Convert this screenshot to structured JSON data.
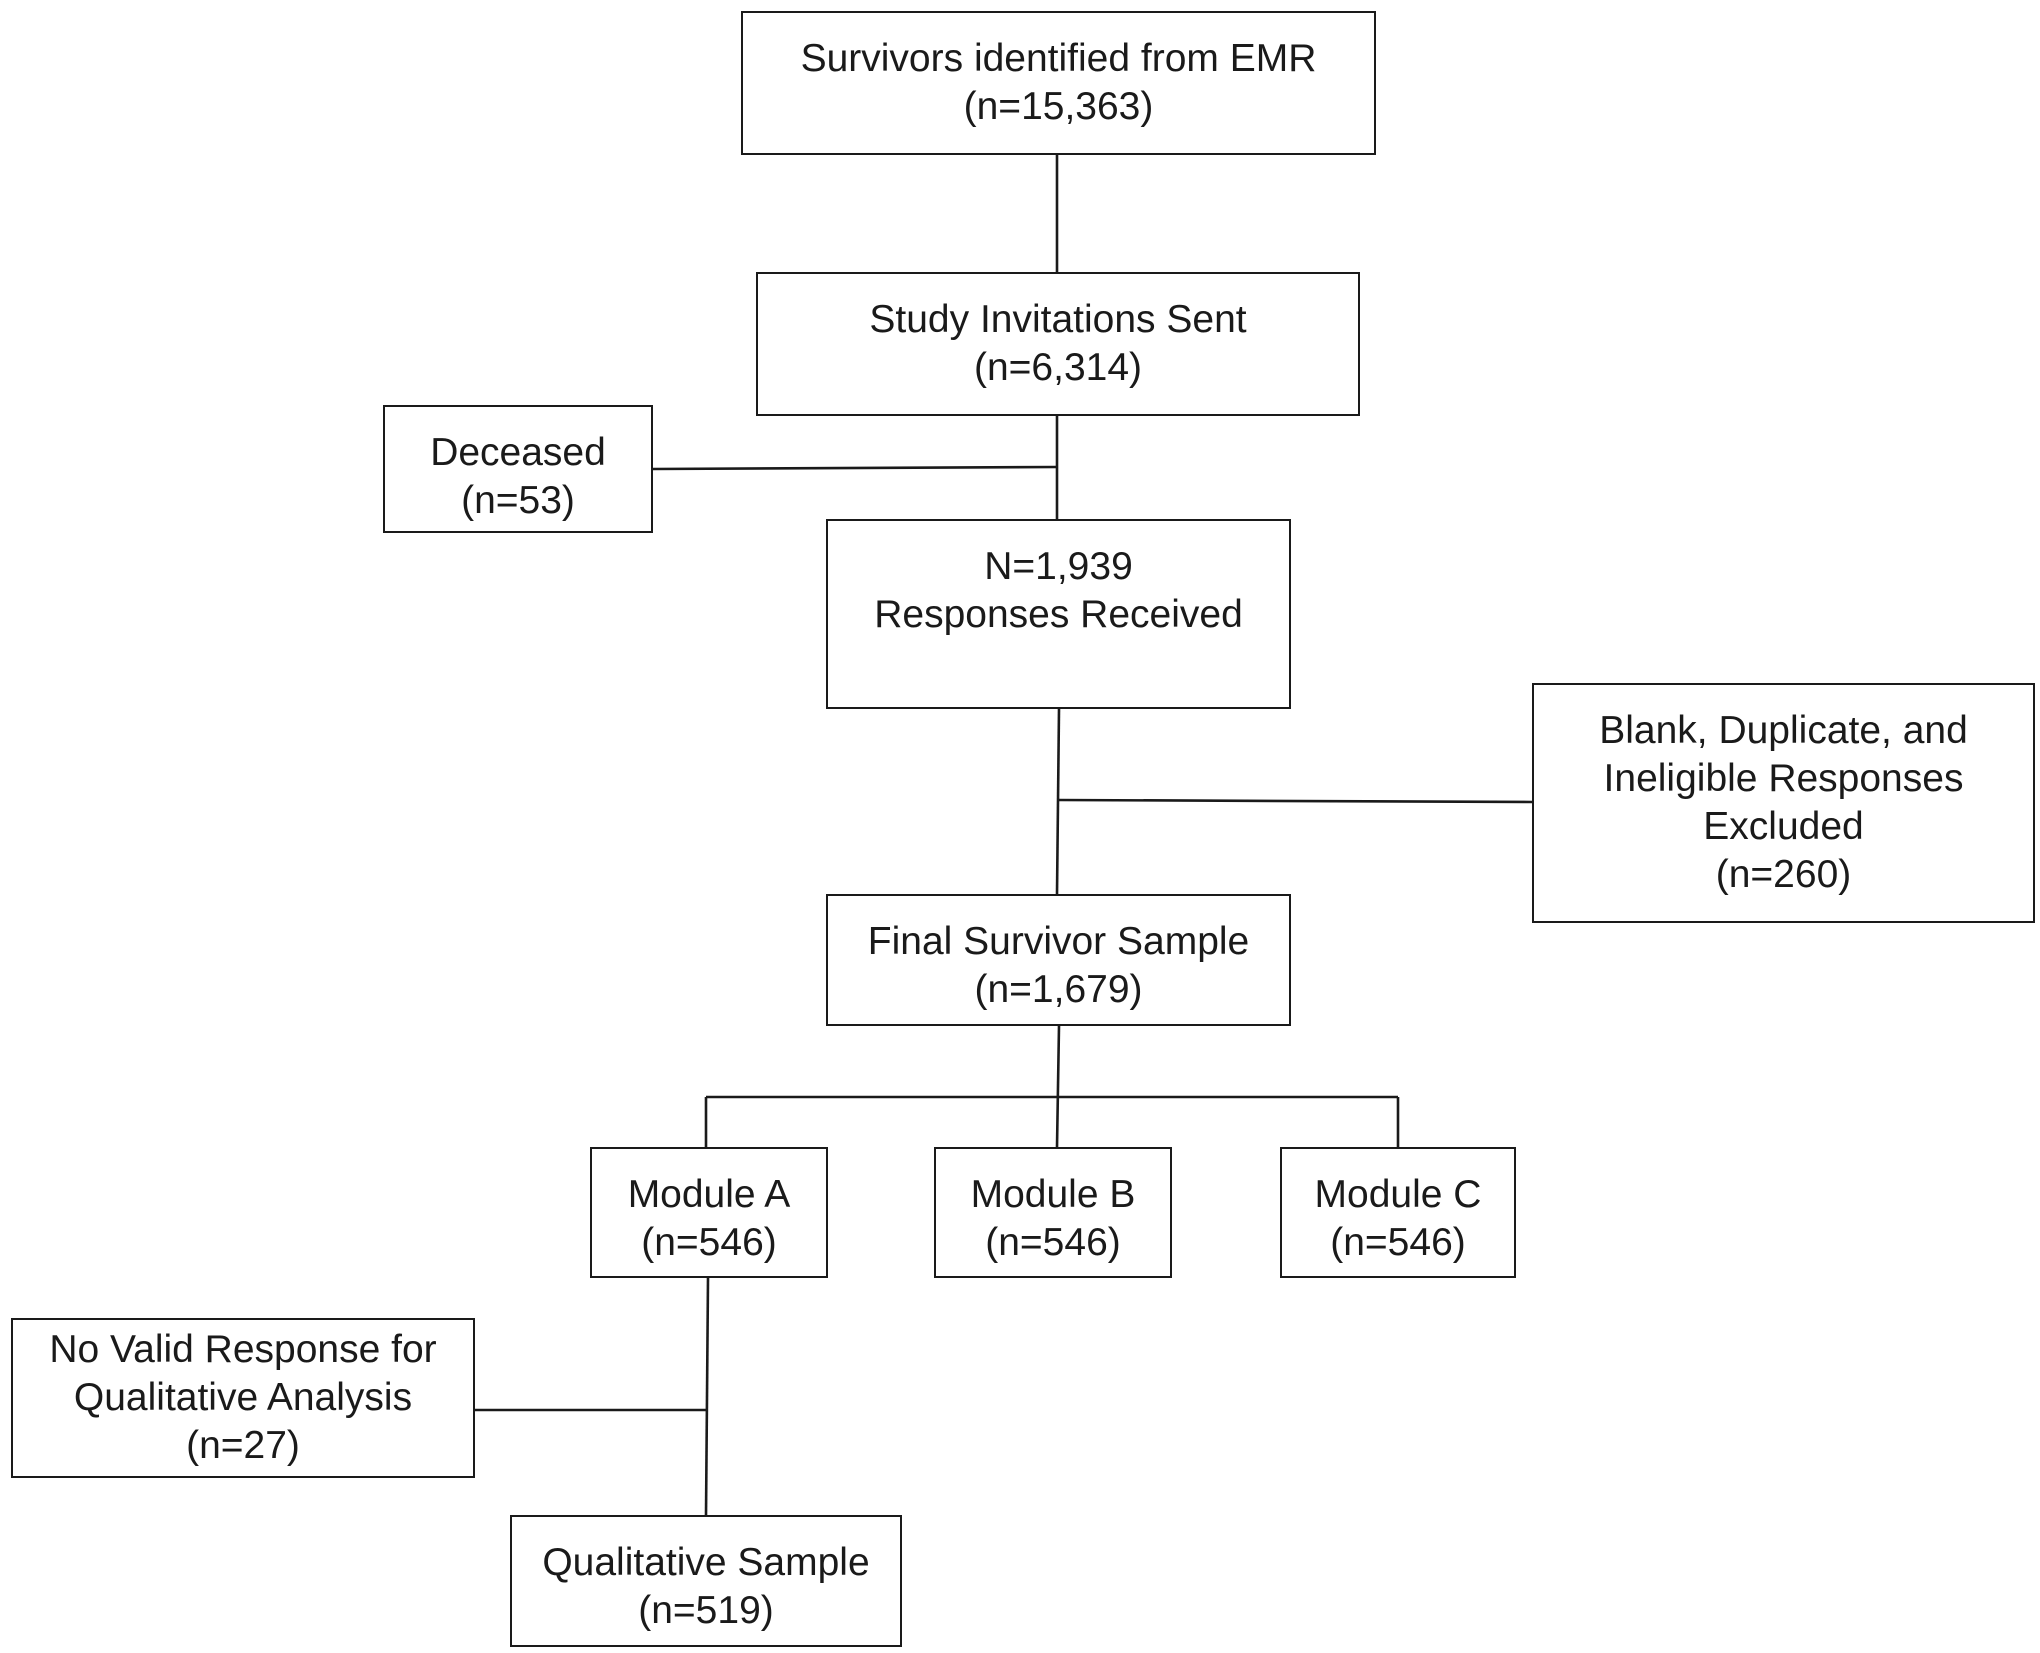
{
  "boxes": {
    "emr": {
      "lines": [
        "Survivors identified from EMR",
        "(n=15,363)"
      ]
    },
    "invitations": {
      "lines": [
        "Study Invitations Sent",
        "(n=6,314)"
      ]
    },
    "deceased": {
      "lines": [
        "Deceased",
        "(n=53)"
      ]
    },
    "responses": {
      "lines": [
        "N=1,939",
        "Responses Received"
      ]
    },
    "excluded": {
      "lines": [
        "Blank, Duplicate, and",
        "Ineligible Responses",
        "Excluded",
        "(n=260)"
      ]
    },
    "final": {
      "lines": [
        "Final Survivor Sample",
        "(n=1,679)"
      ]
    },
    "module_a": {
      "lines": [
        "Module A",
        "(n=546)"
      ]
    },
    "module_b": {
      "lines": [
        "Module B",
        "(n=546)"
      ]
    },
    "module_c": {
      "lines": [
        "Module C",
        "(n=546)"
      ]
    },
    "no_valid": {
      "lines": [
        "No Valid Response for",
        "Qualitative Analysis",
        "(n=27)"
      ]
    },
    "qualitative": {
      "lines": [
        "Qualitative Sample",
        "(n=519)"
      ]
    }
  }
}
